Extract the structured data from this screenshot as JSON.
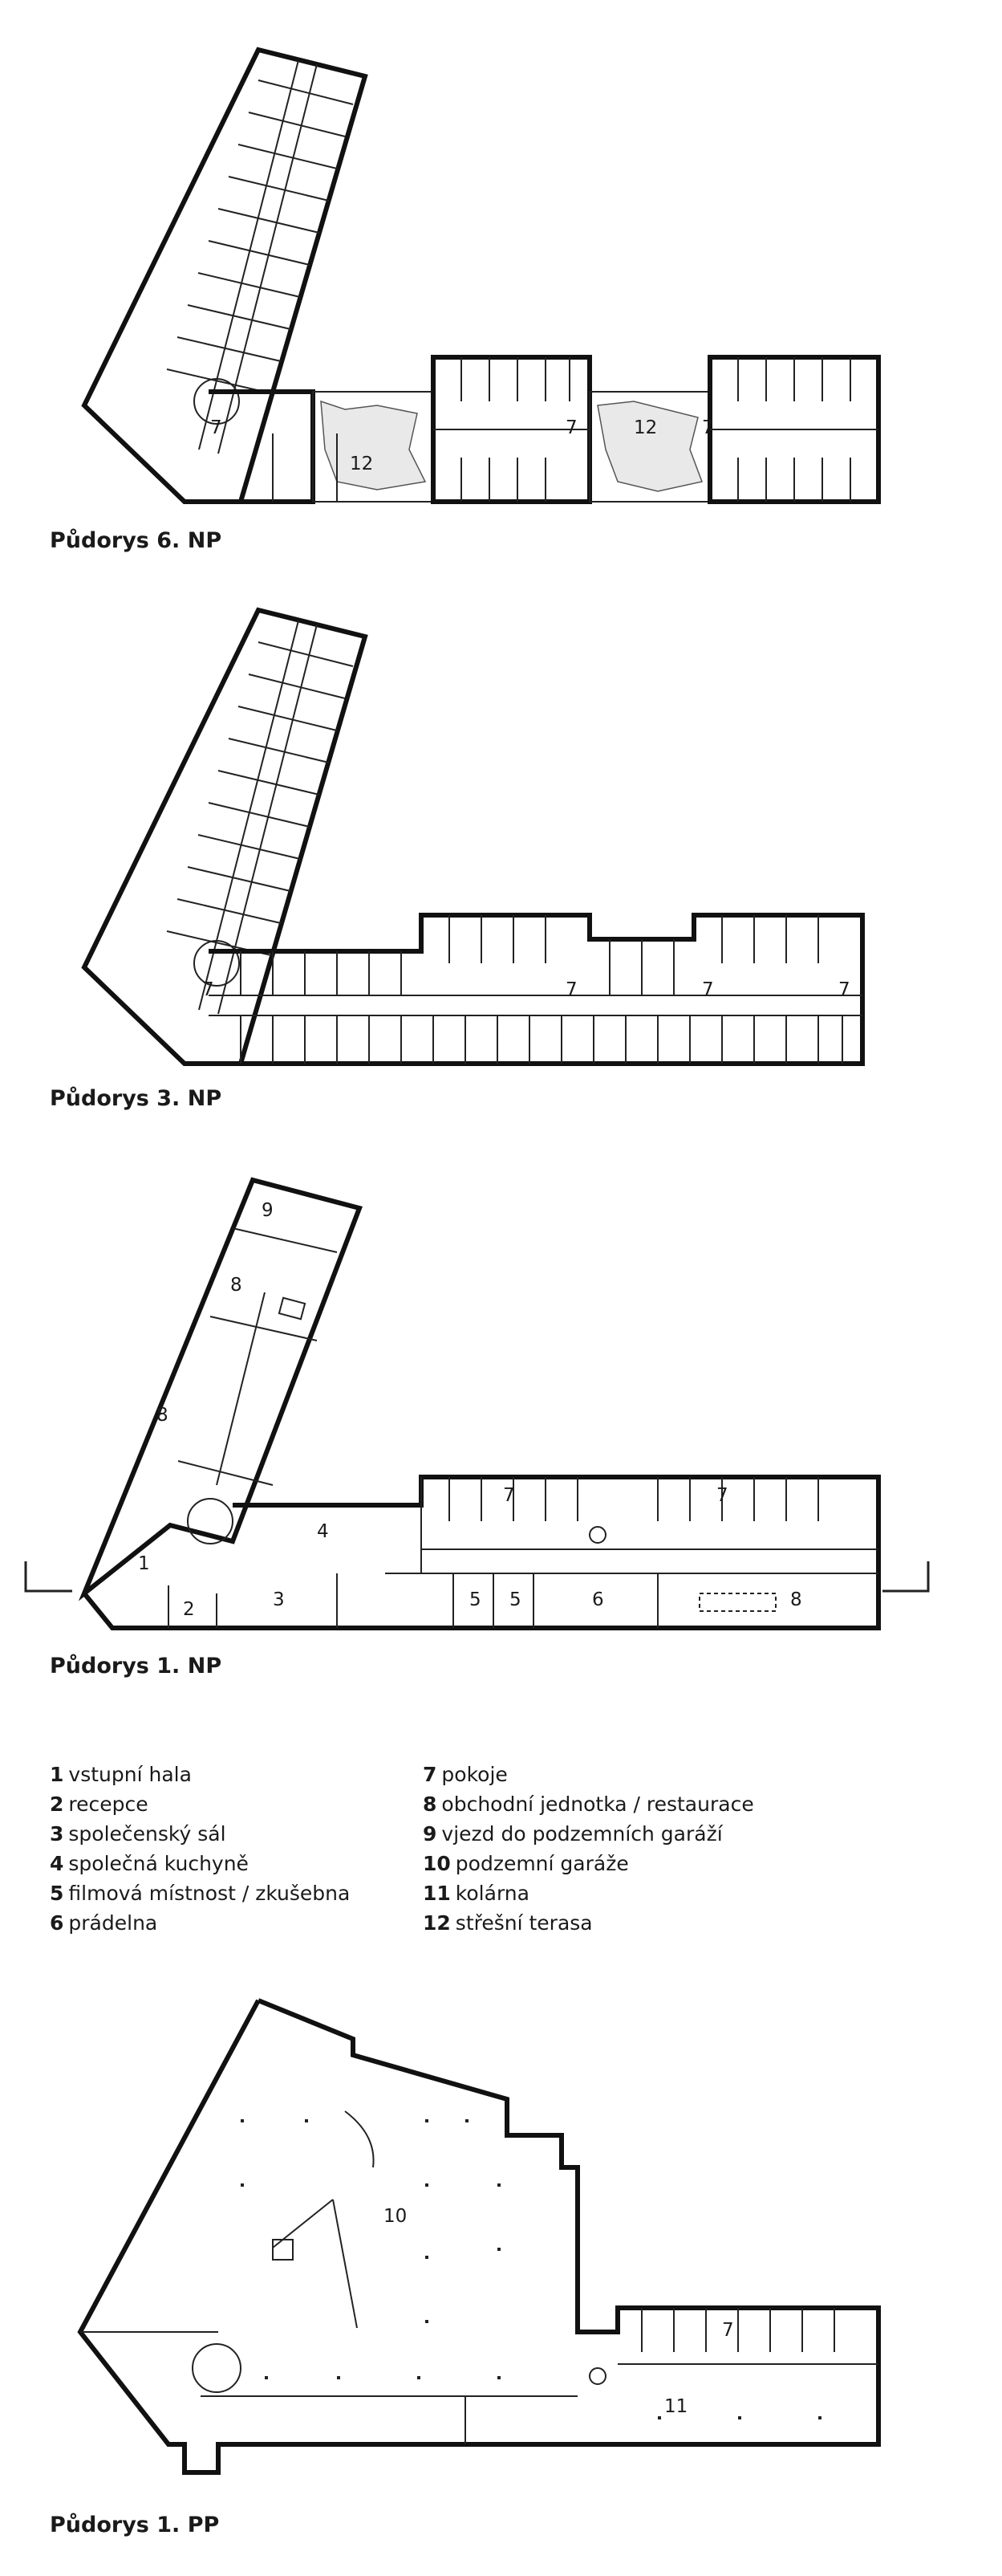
{
  "plans": [
    {
      "caption": "Půdorys 6. NP",
      "labels": {
        "r7a": "7",
        "r7b": "7",
        "r7c": "7",
        "r12a": "12",
        "r12b": "12"
      }
    },
    {
      "caption": "Půdorys 3. NP",
      "labels": {
        "r7a": "7",
        "r7b": "7",
        "r7c": "7",
        "r7d": "7"
      }
    },
    {
      "caption": "Půdorys 1. NP",
      "labels": {
        "r1": "1",
        "r2": "2",
        "r3": "3",
        "r4": "4",
        "r5a": "5",
        "r5b": "5",
        "r6": "6",
        "r7a": "7",
        "r7b": "7",
        "r8a": "8",
        "r8b": "8",
        "r8c": "8",
        "r9": "9"
      }
    },
    {
      "caption": "Půdorys 1. PP",
      "labels": {
        "r10": "10",
        "r7": "7",
        "r11": "11"
      }
    }
  ],
  "legend": [
    {
      "num": "1",
      "text": "vstupní hala"
    },
    {
      "num": "2",
      "text": "recepce"
    },
    {
      "num": "3",
      "text": "společenský sál"
    },
    {
      "num": "4",
      "text": "společná kuchyně"
    },
    {
      "num": "5",
      "text": "filmová místnost / zkušebna"
    },
    {
      "num": "6",
      "text": "prádelna"
    },
    {
      "num": "7",
      "text": "pokoje"
    },
    {
      "num": "8",
      "text": "obchodní jednotka / restaurace"
    },
    {
      "num": "9",
      "text": "vjezd do podzemních garáží"
    },
    {
      "num": "10",
      "text": "podzemní garáže"
    },
    {
      "num": "11",
      "text": "kolárna"
    },
    {
      "num": "12",
      "text": "střešní terasa"
    }
  ]
}
